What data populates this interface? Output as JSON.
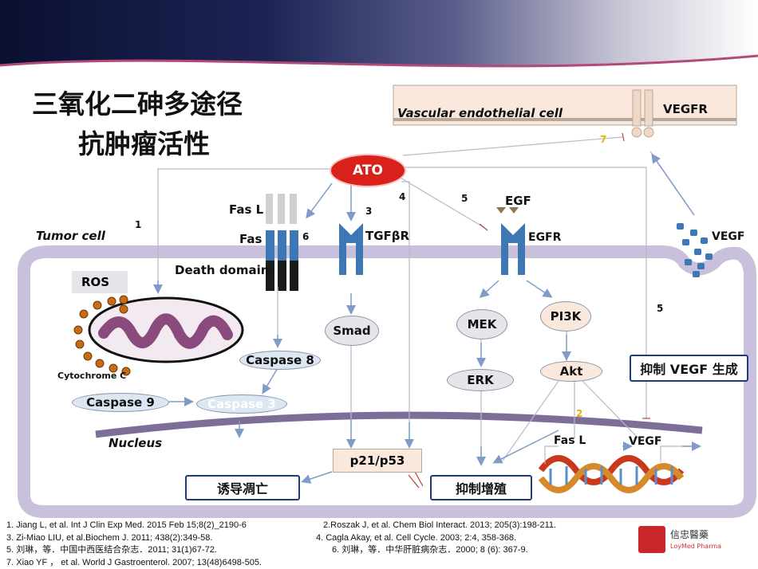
{
  "title": {
    "line1": "三氧化二砷多途径",
    "line2": "抗肿瘤活性"
  },
  "cells": {
    "endothelial": "Vascular endothelial cell",
    "tumor": "Tumor cell",
    "nucleus": "Nucleus"
  },
  "nodes": {
    "ato": "ATO",
    "fas_l": "Fas L",
    "fas": "Fas",
    "death_domain": "Death domain",
    "tgfbr": "TGFβR",
    "egf": "EGF",
    "egfr": "EGFR",
    "vegfr": "VEGFR",
    "vegf_top": "VEGF",
    "ros": "ROS",
    "cytochrome_c": "Cytochrome C",
    "caspase8": "Caspase 8",
    "caspase9": "Caspase 9",
    "caspase3": "Caspase 3",
    "smad": "Smad",
    "mek": "MEK",
    "erk": "ERK",
    "pi3k": "PI3K",
    "akt": "Akt",
    "p21p53": "p21/p53",
    "fas_l_gene": "Fas L",
    "vegf_gene": "VEGF"
  },
  "outcomes": {
    "apoptosis": "诱导凋亡",
    "proliferation": "抑制增殖",
    "vegf": "抑制 VEGF 生成"
  },
  "pathway_numbers": {
    "n1": "1",
    "n2": "2",
    "n3": "3",
    "n4": "4",
    "n5a": "5",
    "n5b": "5",
    "n6": "6",
    "n7": "7"
  },
  "references": {
    "r1": "1. Jiang L, et al. Int J Clin Exp Med. 2015 Feb 15;8(2)_2190-6",
    "r2": "2.Roszak J, et al. Chem Biol Interact. 2013; 205(3):198-211.",
    "r3": "3. Zi-Miao LIU, et al.Biochem J. 2011; 438(2):349-58.",
    "r4": "4. Cagla Akay, et al. Cell Cycle. 2003; 2:4, 358-368.",
    "r5": "5. 刘琳，等．中国中西医结合杂志．2011; 31(1)67-72.",
    "r6": "6. 刘琳，等．中华肝脏病杂志．2000; 8 (6): 367-9.",
    "r7": "7. Xiao YF ， et al. World J Gastroenterol. 2007; 13(48)6498-505."
  },
  "logo": {
    "name": "信忠醫藥",
    "sub": "LoyMed Pharma"
  },
  "colors": {
    "membrane": "#c9c1dc",
    "receptor": "#3d78b5",
    "ato": "#d9201b",
    "outline": "#1f3d7a"
  }
}
